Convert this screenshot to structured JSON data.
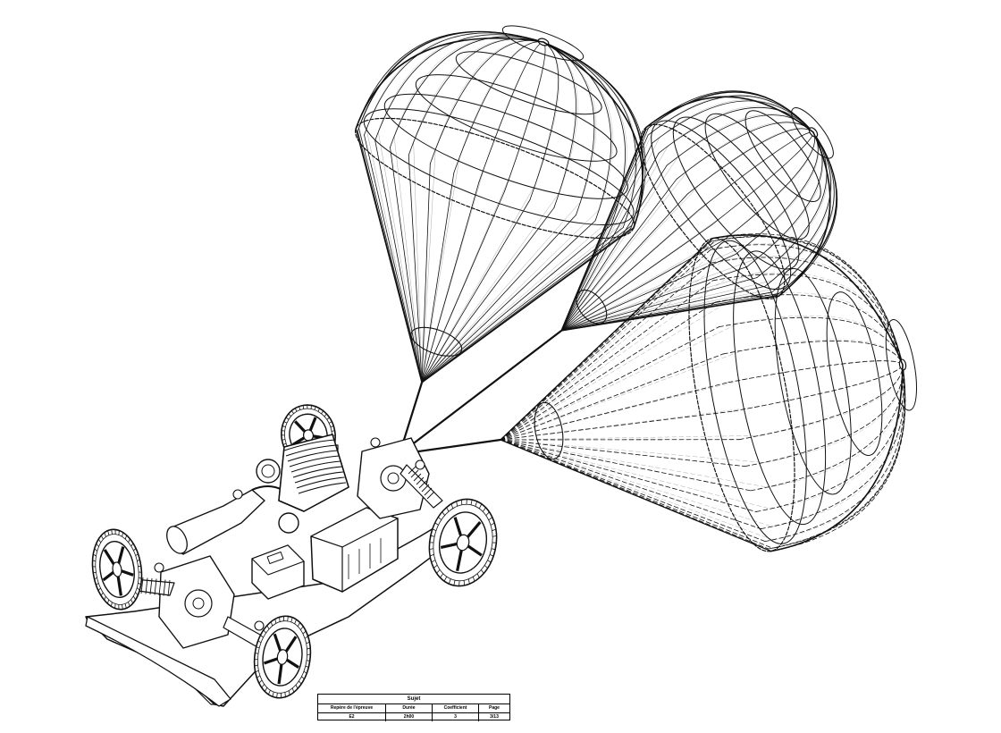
{
  "title_block": {
    "title": "Sujet",
    "headers": [
      "Repère de l'épreuve",
      "Durée",
      "Coefficient",
      "Page"
    ],
    "values": [
      "E2",
      "2h00",
      "3",
      "3/13"
    ]
  },
  "colors": {
    "ink": "#111111",
    "paper": "#ffffff"
  }
}
